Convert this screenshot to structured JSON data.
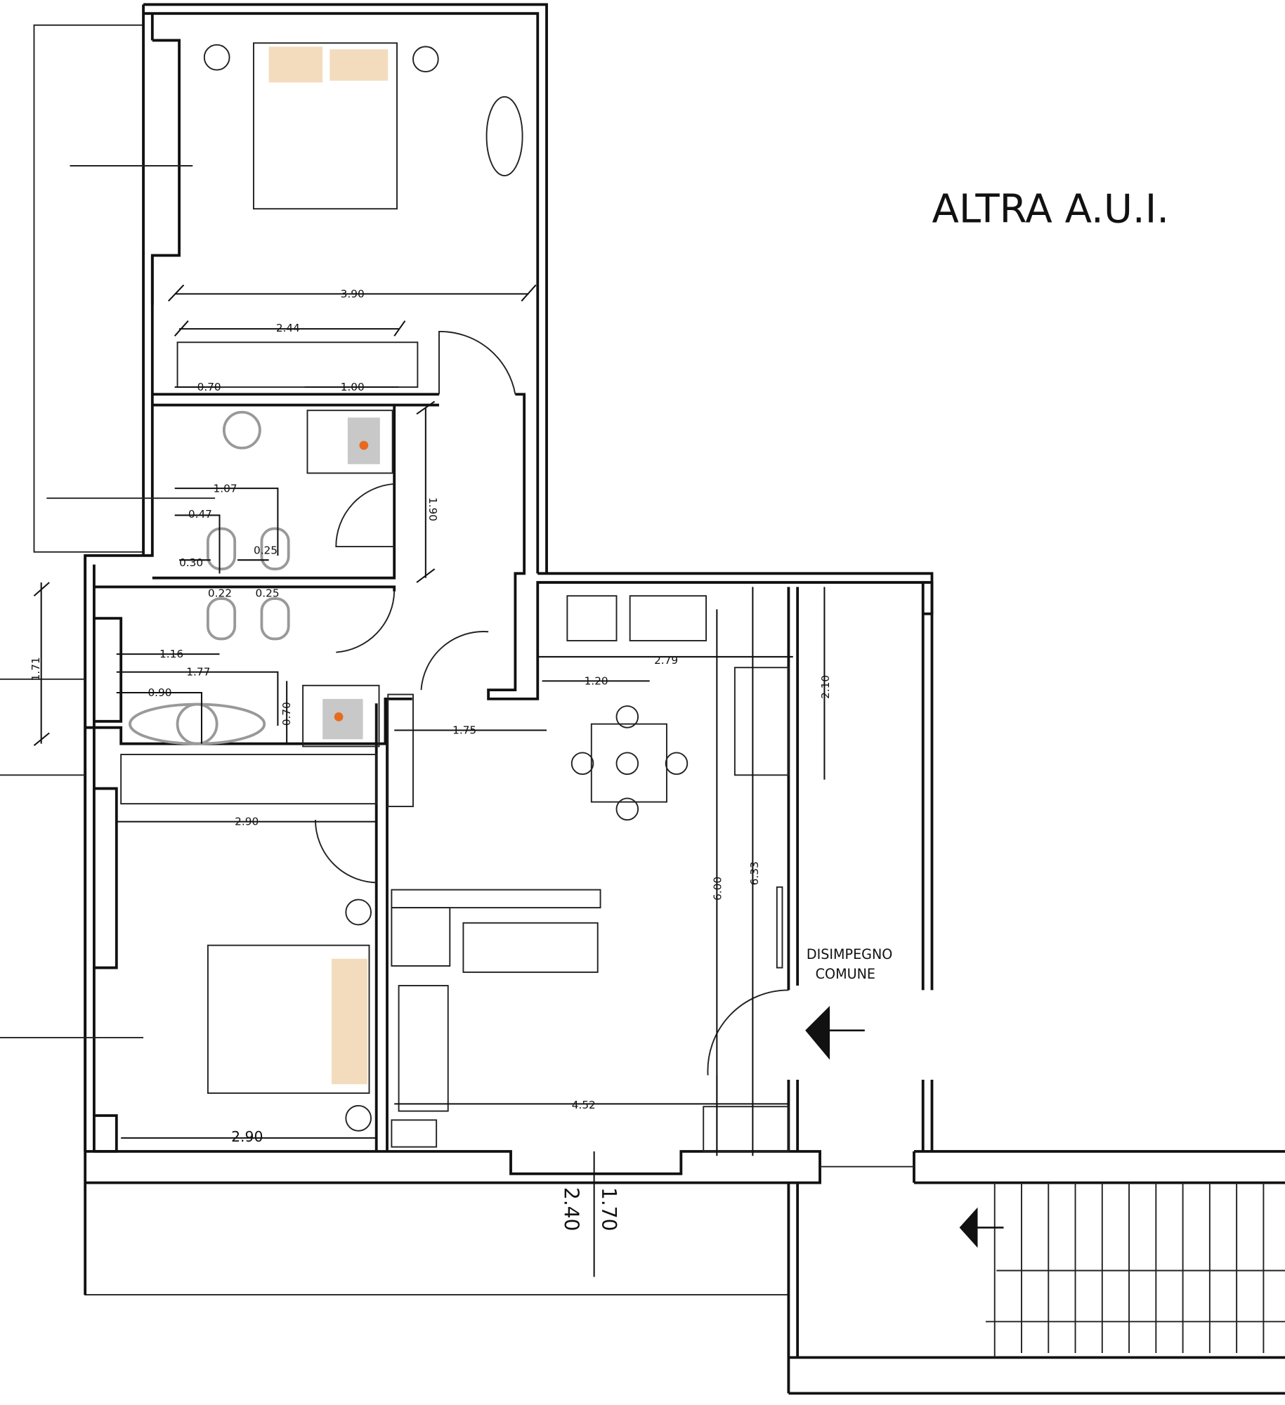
{
  "title": "ALTRA A.U.I.",
  "common_area": {
    "line1": "DISIMPEGNO",
    "line2": "COMUNE"
  },
  "dimensions": {
    "bedroom1_width": "3.90",
    "wardrobe1_width": "2.44",
    "wardrobe1_a": "0.70",
    "wardrobe1_b": "1.00",
    "bath1_a": "1.07",
    "bath1_b": "0.47",
    "bath1_c": "0.30",
    "bath1_d": "0.25",
    "bath1_height": "1.90",
    "bath2_a": "0.22",
    "bath2_b": "0.25",
    "bath2_c": "1.16",
    "bath2_d": "1.77",
    "bath2_e": "0.90",
    "bath2_f": "0.70",
    "left_height": "1.71",
    "kitchen_a": "1.20",
    "kitchen_b": "2.79",
    "corridor_height": "2.10",
    "living_a": "1.75",
    "wardrobe2_width": "2.90",
    "bedroom2_width": "2.90",
    "living_height": "6.00",
    "living_height2": "6.33",
    "living_width": "4.52",
    "balcony_a": "1.70",
    "balcony_b": "2.40"
  }
}
